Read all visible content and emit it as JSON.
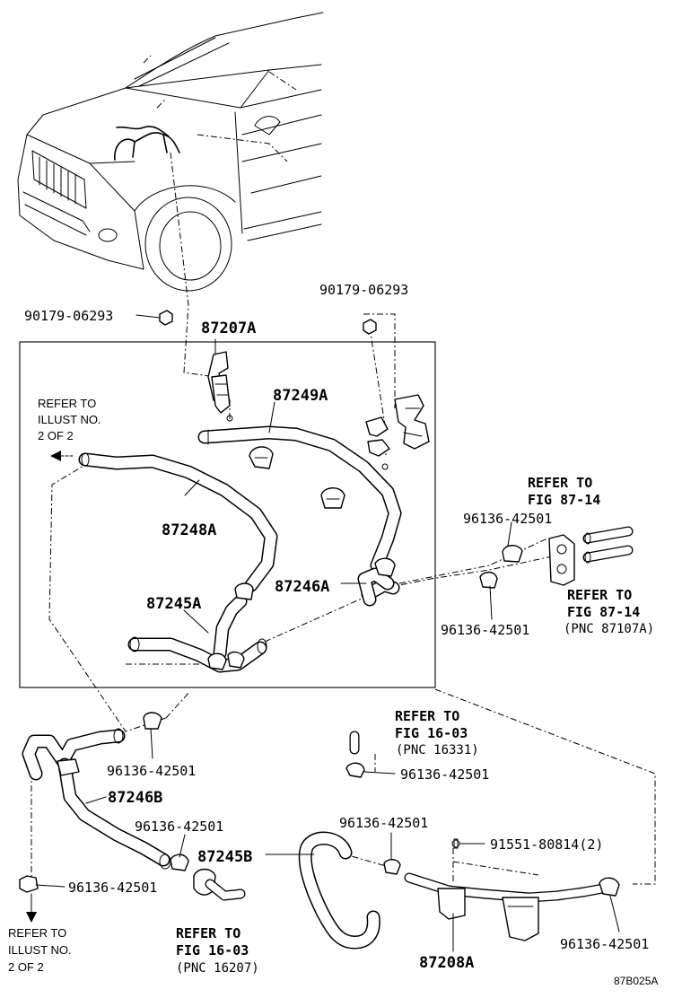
{
  "labels": {
    "top_left_nut": "90179-06293",
    "top_right_nut": "90179-06293",
    "p87207A": "87207A",
    "p87249A": "87249A",
    "p87248A": "87248A",
    "p87246A": "87246A",
    "p87245A": "87245A",
    "p87246B": "87246B",
    "p87245B": "87245B",
    "p87208A": "87208A",
    "clamp_right_upper": "96136-42501",
    "clamp_right_lower": "96136-42501",
    "clamp_left_1": "96136-42501",
    "clamp_left_2": "96136-42501",
    "clamp_left_3": "96136-42501",
    "clamp_mid_1": "96136-42501",
    "clamp_mid_2": "96136-42501",
    "clamp_right_bottom": "96136-42501",
    "bolt": "91551-80814(2)"
  },
  "refs": {
    "illust_upper": [
      "REFER TO",
      "ILLUST NO.",
      "2 OF 2"
    ],
    "illust_lower": [
      "REFER TO",
      "ILLUST NO.",
      "2 OF 2"
    ],
    "fig8714_upper": [
      "REFER TO",
      "FIG 87-14"
    ],
    "fig8714_lower": [
      "REFER TO",
      "FIG 87-14",
      "(PNC 87107A)"
    ],
    "fig1603_mid": [
      "REFER TO",
      "FIG 16-03",
      "(PNC 16331)"
    ],
    "fig1603_bottom": [
      "REFER TO",
      "FIG 16-03",
      "(PNC 16207)"
    ]
  },
  "illustration_code": "87B025A"
}
